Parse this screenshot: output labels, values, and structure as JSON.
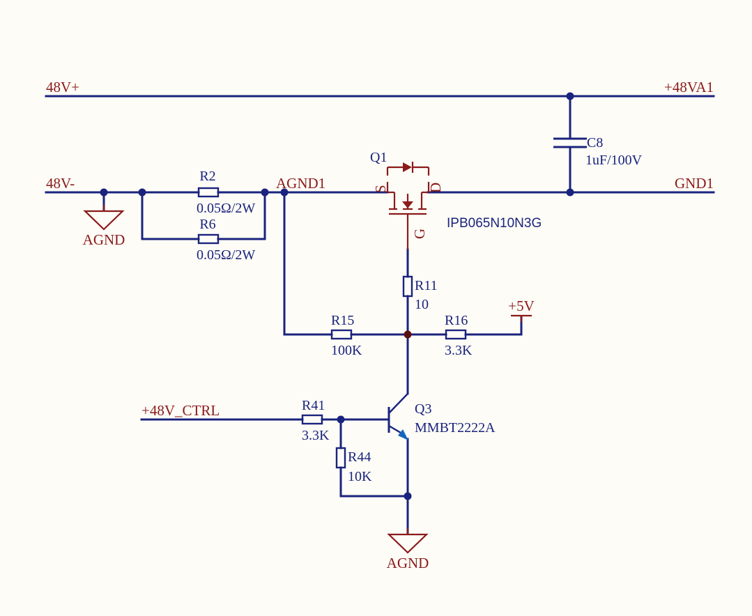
{
  "nets": {
    "v48_plus": "48V+",
    "v48_plus_a1": "+48VA1",
    "v48_minus": "48V-",
    "agnd1": "AGND1",
    "gnd1": "GND1",
    "agnd_left": "AGND",
    "agnd_bottom": "AGND",
    "v5": "+5V",
    "ctrl": "+48V_CTRL"
  },
  "components": {
    "r2": {
      "ref": "R2",
      "value": "0.05Ω/2W"
    },
    "r6": {
      "ref": "R6",
      "value": "0.05Ω/2W"
    },
    "c8": {
      "ref": "C8",
      "value": "1uF/100V"
    },
    "q1": {
      "ref": "Q1",
      "part": "IPB065N10N3G",
      "pin_s": "S",
      "pin_d": "D",
      "pin_g": "G"
    },
    "r11": {
      "ref": "R11",
      "value": "10"
    },
    "r15": {
      "ref": "R15",
      "value": "100K"
    },
    "r16": {
      "ref": "R16",
      "value": "3.3K"
    },
    "q3": {
      "ref": "Q3",
      "part": "MMBT2222A"
    },
    "r41": {
      "ref": "R41",
      "value": "3.3K"
    },
    "r44": {
      "ref": "R44",
      "value": "10K"
    }
  },
  "colors": {
    "wire": "#1a237e",
    "symbol": "#8b1a1a",
    "background": "#fdfcf6"
  }
}
